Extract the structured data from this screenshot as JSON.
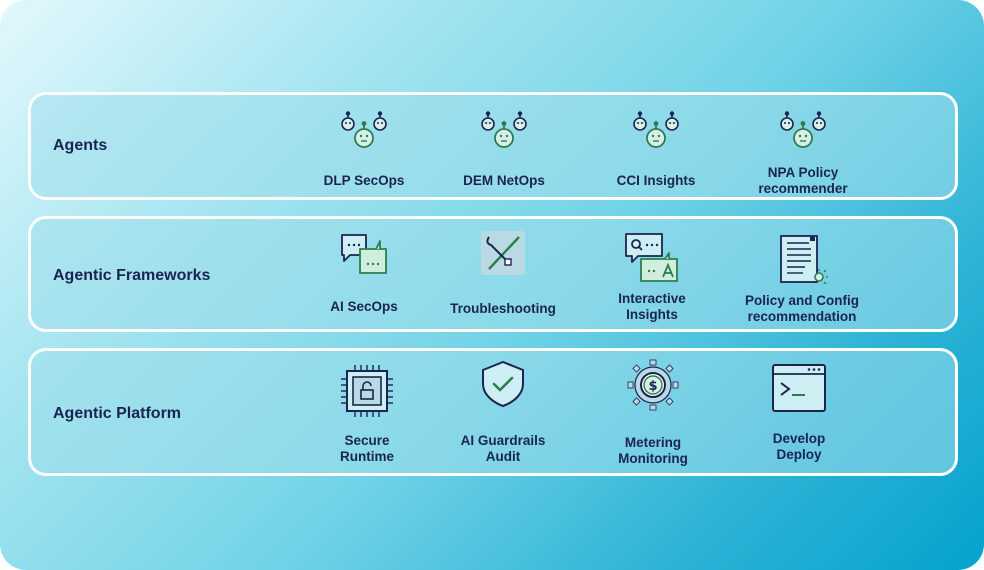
{
  "rows": [
    {
      "title": "Agents",
      "items": [
        {
          "label": "DLP SecOps",
          "icon": "agents-icon"
        },
        {
          "label": "DEM NetOps",
          "icon": "agents-icon"
        },
        {
          "label": "CCI Insights",
          "icon": "agents-icon"
        },
        {
          "label": "NPA Policy\nrecommender",
          "icon": "agents-icon"
        }
      ]
    },
    {
      "title": "Agentic Frameworks",
      "items": [
        {
          "label": "AI SecOps",
          "icon": "chat-bubbles-icon"
        },
        {
          "label": "Troubleshooting",
          "icon": "tools-icon"
        },
        {
          "label": "Interactive\nInsights",
          "icon": "search-chat-icon"
        },
        {
          "label": "Policy and Config\nrecommendation",
          "icon": "document-icon"
        }
      ]
    },
    {
      "title": "Agentic Platform",
      "items": [
        {
          "label": "Secure\nRuntime",
          "icon": "chip-lock-icon"
        },
        {
          "label": "AI Guardrails\nAudit",
          "icon": "shield-check-icon"
        },
        {
          "label": "Metering\nMonitoring",
          "icon": "dollar-gear-icon"
        },
        {
          "label": "Develop\nDeploy",
          "icon": "terminal-icon"
        }
      ]
    }
  ],
  "colors": {
    "navy": "#1b2450",
    "green": "#2e7d4f",
    "panel": "#a0deeb",
    "border": "#ffffff"
  }
}
